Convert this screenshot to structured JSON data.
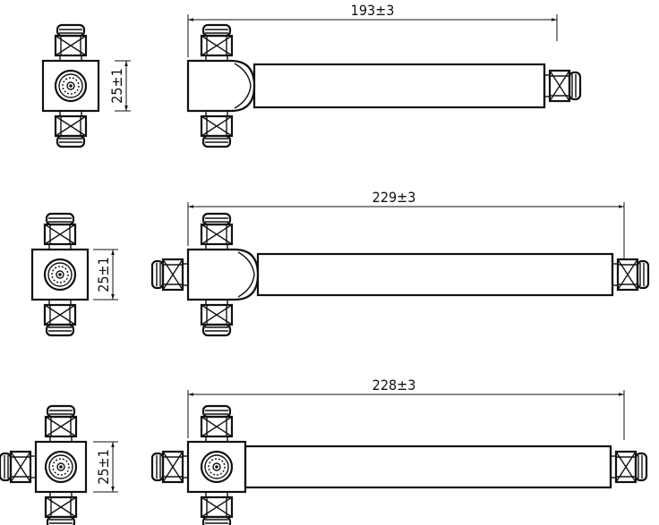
{
  "diagrams": [
    {
      "id": "two-way",
      "length_label": "193±3",
      "width_label": "25±1"
    },
    {
      "id": "three-way",
      "length_label": "229±3",
      "width_label": "25±1"
    },
    {
      "id": "four-way",
      "length_label": "228±3",
      "width_label": "25±1"
    }
  ]
}
